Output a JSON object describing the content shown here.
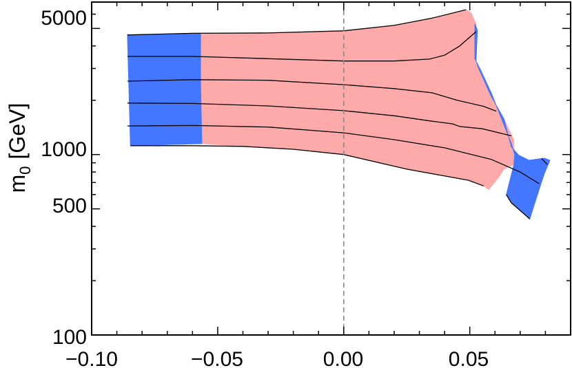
{
  "chart_data": {
    "type": "area",
    "title": "",
    "xlabel": "",
    "ylabel": {
      "base": "m",
      "sub": "0",
      "unit": "[GeV]"
    },
    "xlim": [
      -0.1,
      0.09
    ],
    "ylim": [
      100,
      7000
    ],
    "yscale": "log",
    "xticks": [
      -0.1,
      -0.05,
      0.0,
      0.05
    ],
    "xtick_labels": [
      "−0.10",
      "−0.05",
      "0.00",
      "0.05"
    ],
    "yticks": [
      100,
      500,
      1000,
      5000
    ],
    "ytick_labels": [
      "100",
      "500",
      "1000",
      "5000"
    ],
    "reference_line_x": 0.0,
    "colors": {
      "pink": "#ffaaaa",
      "blue": "#4477ff",
      "line": "#000000",
      "dashed": "#888888"
    },
    "regions": [
      {
        "color": "blue",
        "points": [
          [
            -0.0858,
            4600
          ],
          [
            -0.0565,
            4700
          ],
          [
            -0.0565,
            2450
          ],
          [
            -0.056,
            1150
          ],
          [
            -0.0846,
            1120
          ]
        ]
      },
      {
        "color": "pink",
        "points": [
          [
            -0.0565,
            4700
          ],
          [
            -0.03,
            4720
          ],
          [
            0.0,
            4850
          ],
          [
            0.02,
            5200
          ],
          [
            0.035,
            5700
          ],
          [
            0.0485,
            6350
          ],
          [
            0.0505,
            6100
          ],
          [
            0.0525,
            5300
          ],
          [
            0.0525,
            3300
          ],
          [
            0.0535,
            3000
          ],
          [
            0.0585,
            2100
          ],
          [
            0.0635,
            1580
          ],
          [
            0.0675,
            1200
          ],
          [
            0.0675,
            880
          ],
          [
            0.0635,
            830
          ],
          [
            0.0615,
            750
          ],
          [
            0.0575,
            640
          ],
          [
            0.0555,
            670
          ],
          [
            0.0495,
            720
          ],
          [
            0.025,
            830
          ],
          [
            0.0,
            1000
          ],
          [
            -0.02,
            1070
          ],
          [
            -0.04,
            1110
          ],
          [
            -0.056,
            1150
          ],
          [
            -0.0565,
            2450
          ]
        ]
      },
      {
        "color": "blue",
        "points": [
          [
            0.052,
            5300
          ],
          [
            0.053,
            4900
          ],
          [
            0.0525,
            3300
          ],
          [
            0.0535,
            3000
          ],
          [
            0.0585,
            2100
          ],
          [
            0.0635,
            1580
          ],
          [
            0.0665,
            1100
          ],
          [
            0.0695,
            990
          ],
          [
            0.0735,
            930
          ],
          [
            0.0795,
            955
          ],
          [
            0.0818,
            930
          ],
          [
            0.0795,
            780
          ],
          [
            0.0775,
            640
          ],
          [
            0.0738,
            440
          ],
          [
            0.0665,
            540
          ],
          [
            0.0645,
            600
          ],
          [
            0.0675,
            880
          ],
          [
            0.0678,
            1000
          ],
          [
            0.0665,
            1150
          ],
          [
            0.0585,
            2200
          ],
          [
            0.054,
            3000
          ],
          [
            0.052,
            3400
          ]
        ]
      }
    ],
    "contours": [
      [
        [
          -0.0858,
          4600
        ],
        [
          -0.06,
          4700
        ],
        [
          -0.03,
          4720
        ],
        [
          0.0,
          4850
        ],
        [
          0.02,
          5200
        ],
        [
          0.035,
          5700
        ],
        [
          0.0485,
          6350
        ]
      ],
      [
        [
          -0.0858,
          3500
        ],
        [
          -0.06,
          3500
        ],
        [
          -0.03,
          3400
        ],
        [
          0.0,
          3300
        ],
        [
          0.02,
          3300
        ],
        [
          0.034,
          3380
        ],
        [
          0.04,
          3550
        ],
        [
          0.046,
          4000
        ],
        [
          0.0525,
          4800
        ]
      ],
      [
        [
          -0.0858,
          2550
        ],
        [
          -0.06,
          2600
        ],
        [
          -0.03,
          2580
        ],
        [
          0.0,
          2440
        ],
        [
          0.02,
          2320
        ],
        [
          0.035,
          2200
        ],
        [
          0.045,
          2000
        ],
        [
          0.0555,
          1850
        ],
        [
          0.0605,
          1740
        ]
      ],
      [
        [
          -0.0858,
          1930
        ],
        [
          -0.06,
          1920
        ],
        [
          -0.03,
          1860
        ],
        [
          0.0,
          1750
        ],
        [
          0.02,
          1640
        ],
        [
          0.035,
          1530
        ],
        [
          0.043,
          1480
        ],
        [
          0.046,
          1430
        ],
        [
          0.055,
          1390
        ],
        [
          0.0665,
          1270
        ]
      ],
      [
        [
          -0.0858,
          1440
        ],
        [
          -0.06,
          1450
        ],
        [
          -0.03,
          1420
        ],
        [
          0.0,
          1320
        ],
        [
          0.02,
          1210
        ],
        [
          0.04,
          1090
        ],
        [
          0.0585,
          940
        ],
        [
          0.07,
          800
        ],
        [
          0.0775,
          690
        ]
      ],
      [
        [
          -0.0846,
          1120
        ],
        [
          -0.06,
          1120
        ],
        [
          -0.04,
          1110
        ],
        [
          -0.02,
          1070
        ],
        [
          0.0,
          1000
        ],
        [
          0.025,
          830
        ],
        [
          0.0495,
          720
        ],
        [
          0.0555,
          670
        ]
      ],
      [
        [
          0.0645,
          600
        ],
        [
          0.0665,
          540
        ],
        [
          0.0738,
          440
        ]
      ],
      [
        [
          0.0785,
          950
        ],
        [
          0.0808,
          880
        ]
      ]
    ]
  }
}
